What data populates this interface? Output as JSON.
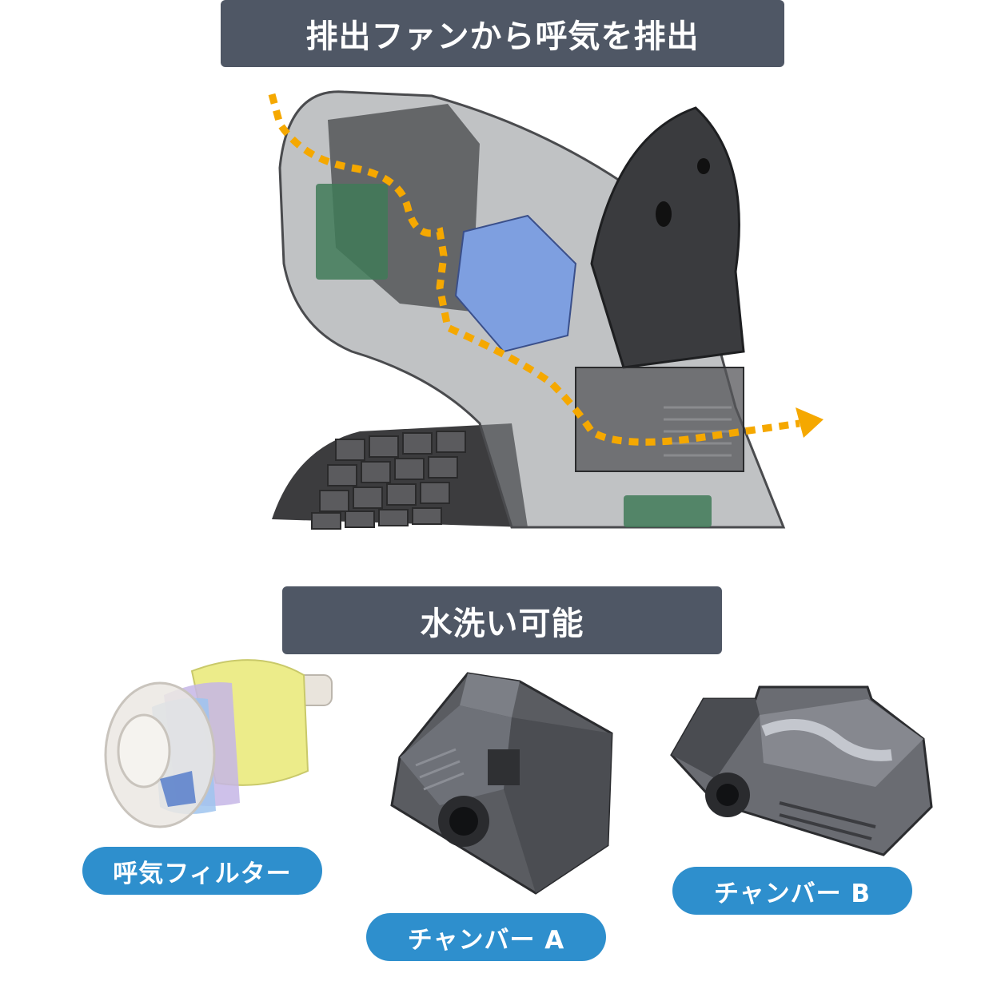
{
  "sections": {
    "exhaust_title": "排出ファンから呼気を排出",
    "washable_title": "水洗い可能"
  },
  "parts": [
    {
      "label": "呼気フィルター"
    },
    {
      "label": "チャンバー A"
    },
    {
      "label": "チャンバー B"
    }
  ],
  "colors": {
    "banner_bg": "#4f5765",
    "pill_bg": "#2e8fcd",
    "airflow_arrow": "#f5a800"
  }
}
